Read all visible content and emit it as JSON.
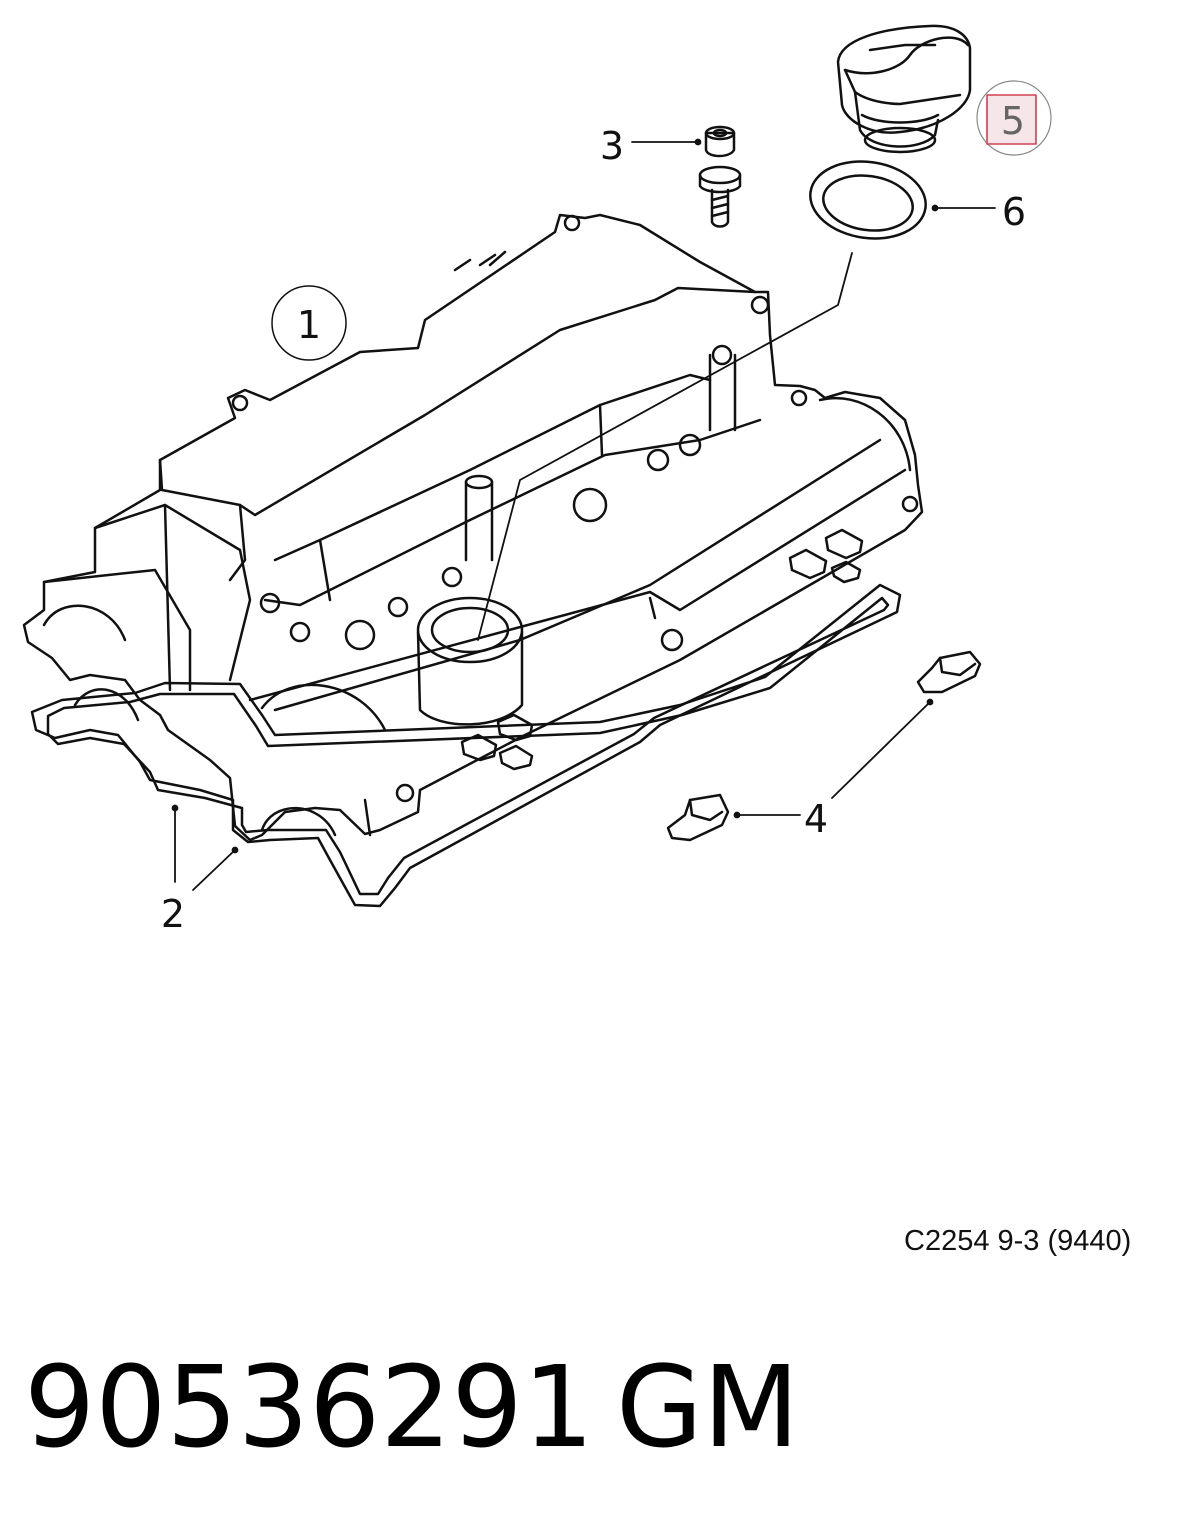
{
  "callouts": {
    "c1": "1",
    "c2": "2",
    "c3": "3",
    "c4": "4",
    "c5": "5",
    "c6": "6"
  },
  "highlighted_callout": "5",
  "highlight_color": "#d04050",
  "reference_code": "C2254 9-3 (9440)",
  "part_number": "90536291",
  "brand": "GM"
}
